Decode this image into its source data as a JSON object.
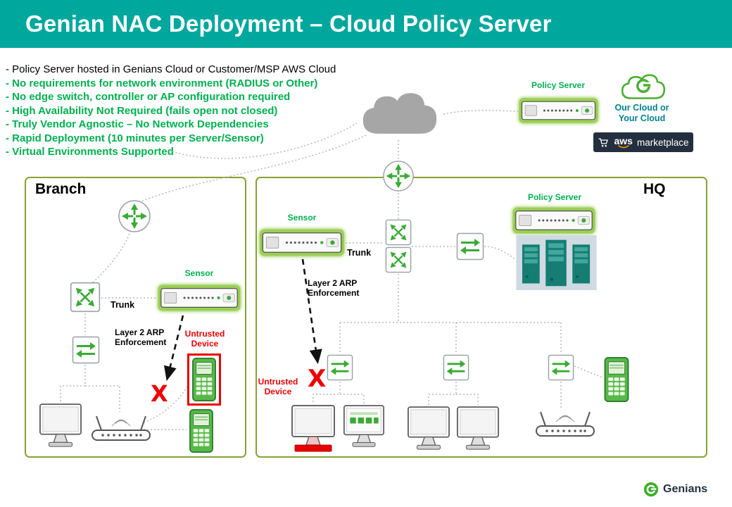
{
  "header": {
    "title": "Genian NAC Deployment – Cloud Policy Server"
  },
  "bullets": [
    "- Policy Server hosted in Genians Cloud or Customer/MSP AWS Cloud",
    "- No requirements for network environment (RADIUS or Other)",
    "- No edge switch, controller or AP configuration required",
    "- High Availability Not Required (fails open not closed)",
    "- Truly Vendor Agnostic – No Network Dependencies",
    "- Rapid Deployment (10 minutes per Server/Sensor)",
    "- Virtual Environments Supported"
  ],
  "cloud": {
    "policy_server_label": "Policy  Server",
    "our_cloud_label": "Our Cloud or Your Cloud",
    "aws_logo": "aws",
    "aws_marketplace": "marketplace"
  },
  "branch": {
    "title": "Branch",
    "sensor_label": "Sensor",
    "trunk_label": "Trunk",
    "arp_label": "Layer 2 ARP Enforcement",
    "untrusted_label": "Untrusted Device",
    "block_mark": "X"
  },
  "hq": {
    "title": "HQ",
    "policy_server_label": "Policy  Server",
    "sensor_label": "Sensor",
    "trunk_label": "Trunk",
    "arp_label": "Layer 2 ARP Enforcement",
    "untrusted_label": "Untrusted Device",
    "block_mark": "X"
  },
  "footer": {
    "brand": "Genians"
  },
  "colors": {
    "header_teal": "#00a79d",
    "accent_green": "#00b050",
    "box_border_olive": "#84a333",
    "alert_red": "#ee0000",
    "our_cloud_teal": "#00838f",
    "aws_badge_bg": "#232f3e",
    "rack_teal": "#157d74"
  }
}
